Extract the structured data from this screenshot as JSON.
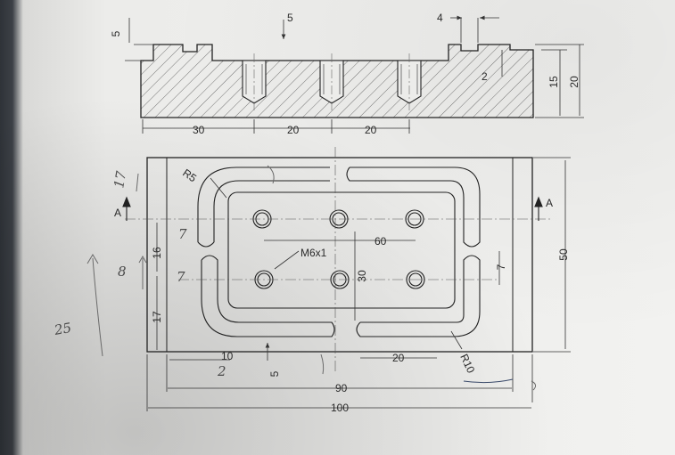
{
  "section_view": {
    "dims": {
      "top_slot_depth": "5",
      "slot_width": "5",
      "groove_width": "4",
      "groove_depth": "2",
      "height_15": "15",
      "height_20": "20",
      "x_30": "30",
      "x_20a": "20",
      "x_20b": "20"
    }
  },
  "plan_view": {
    "labels": {
      "section_left": "A",
      "section_right": "A",
      "radius_5": "R5",
      "thread": "M6x1",
      "radius_10": "R10"
    },
    "dims": {
      "x_60": "60",
      "y_30": "30",
      "y_50": "50",
      "y_16": "16",
      "y_17": "17",
      "y_7_right": "7",
      "x_10": "10",
      "x_5": "5",
      "x_20": "20",
      "x_90": "90",
      "x_100": "100"
    }
  },
  "handwritten": {
    "n17": "17",
    "n7a": "7",
    "n7b": "7",
    "n8": "8",
    "n25": "25",
    "n2": "2"
  }
}
